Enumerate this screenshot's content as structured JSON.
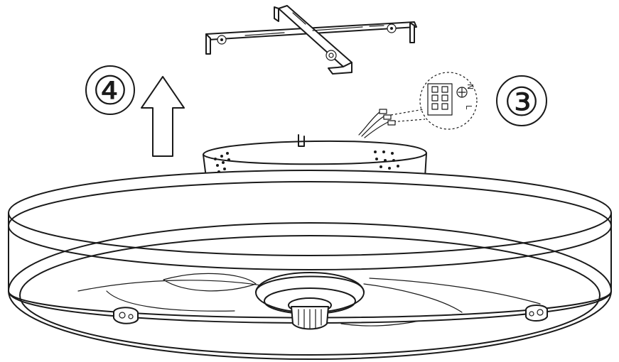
{
  "steps": [
    {
      "number": "④"
    },
    {
      "number": "③"
    }
  ],
  "terminal_block": {
    "labels": [
      "N",
      "L"
    ]
  },
  "colors": {
    "line": "#1a1a1a",
    "background": "#ffffff"
  },
  "icons": [
    "up-arrow-icon",
    "ground-icon"
  ]
}
